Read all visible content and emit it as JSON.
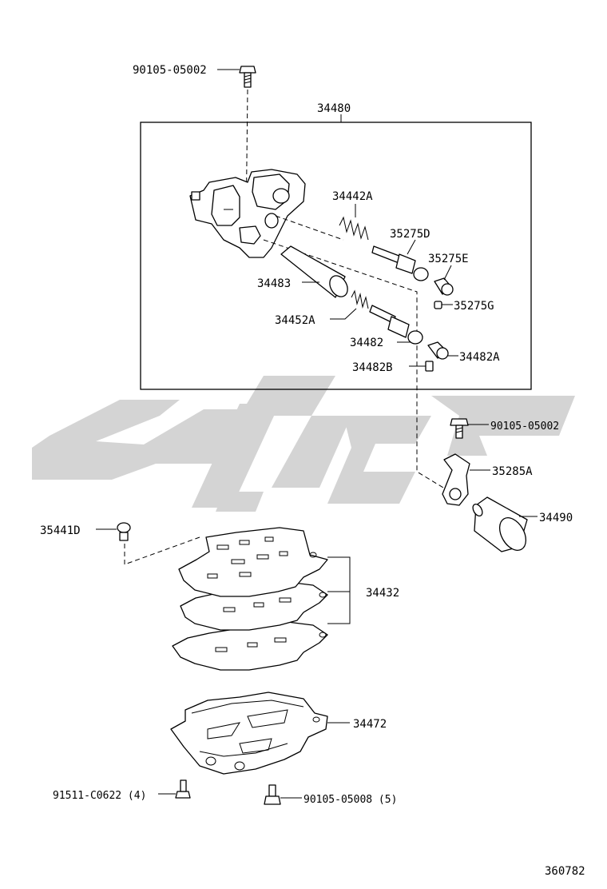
{
  "labels": {
    "bolt_top": "90105-05002",
    "assembly": "34480",
    "spring_a": "34442A",
    "valve_d": "35275D",
    "sleeve_e": "35275E",
    "plug_g": "35275G",
    "sleeve_34483": "34483",
    "spring_b": "34452A",
    "valve_34482": "34482",
    "sleeve_34482a": "34482A",
    "retainer_34482b": "34482B",
    "bolt_right": "90105-05002",
    "bracket": "35285A",
    "solenoid": "34490",
    "check_ball": "35441D",
    "gaskets": "34432",
    "lower_body": "34472",
    "bolt_left": "91511-C0622 (4)",
    "bolt_bottom": "90105-05008 (5)",
    "diagram_id": "360782"
  },
  "colors": {
    "line": "#000000",
    "watermark": "#d4d4d4",
    "background": "#ffffff"
  }
}
